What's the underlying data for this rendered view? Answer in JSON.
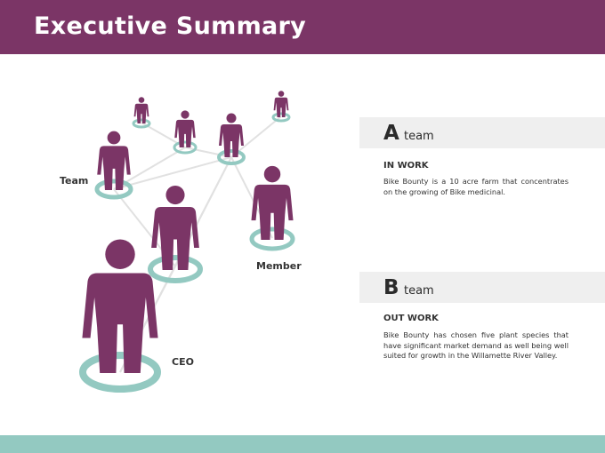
{
  "slide": {
    "title": "Executive Summary"
  },
  "diagram": {
    "labels": {
      "team": "Team",
      "member": "Member",
      "ceo": "CEO"
    }
  },
  "teams": [
    {
      "letter": "A",
      "word": "team",
      "section_title": "IN WORK",
      "body": "Bike Bounty is a 10 acre farm that concentrates on the growing of Bike medicinal."
    },
    {
      "letter": "B",
      "word": "team",
      "section_title": "OUT WORK",
      "body": "Bike Bounty has chosen five plant species that have significant market demand as well being well suited for growth in the Willamette River Valley."
    }
  ],
  "colors": {
    "header": "#7b3566",
    "figure": "#7b3566",
    "ring": "#93c9c1",
    "footer": "#93c9c1",
    "team_bar": "#efefef"
  }
}
